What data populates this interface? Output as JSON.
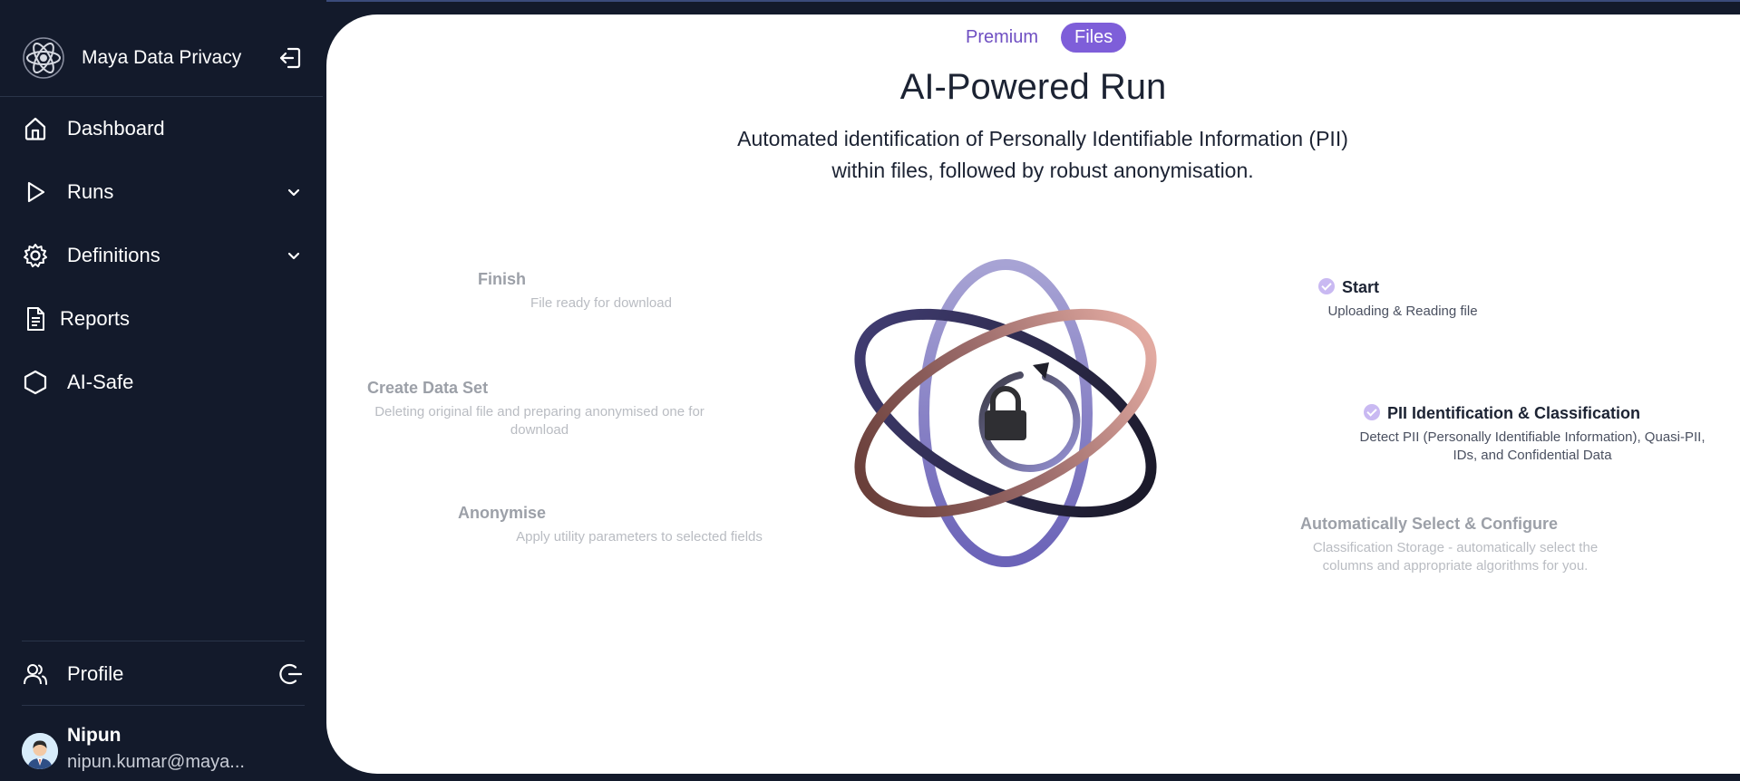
{
  "app": {
    "name": "Maya Data Privacy"
  },
  "sidebar": {
    "items": [
      {
        "label": "Dashboard",
        "icon": "home-icon"
      },
      {
        "label": "Runs",
        "icon": "play-icon",
        "expandable": true
      },
      {
        "label": "Definitions",
        "icon": "gear-icon",
        "expandable": true
      },
      {
        "label": "Reports",
        "icon": "document-icon"
      },
      {
        "label": "AI-Safe",
        "icon": "hexagon-icon"
      }
    ],
    "profile_label": "Profile"
  },
  "user": {
    "name": "Nipun",
    "email": "nipun.kumar@maya..."
  },
  "main": {
    "tabs": [
      {
        "label": "Premium",
        "active": false
      },
      {
        "label": "Files",
        "active": true
      }
    ],
    "title": "AI-Powered Run",
    "subtitle": "Automated identification of Personally Identifiable Information (PII) within files, followed by robust anonymisation.",
    "steps": {
      "start": {
        "title": "Start",
        "desc": "Uploading & Reading file",
        "done": true
      },
      "pii": {
        "title": "PII Identification & Classification",
        "desc": "Detect PII (Personally Identifiable Information), Quasi-PII, IDs, and Confidential Data",
        "done": true
      },
      "auto": {
        "title": "Automatically Select & Configure",
        "desc": "Classification Storage - automatically select the columns and appropriate algorithms for you.",
        "done": false
      },
      "anonymise": {
        "title": "Anonymise",
        "desc": "Apply utility parameters to selected fields",
        "done": false
      },
      "create": {
        "title": "Create Data Set",
        "desc": "Deleting original file and preparing anonymised one for download",
        "done": false
      },
      "finish": {
        "title": "Finish",
        "desc": "File ready for download",
        "done": false
      }
    }
  },
  "colors": {
    "sidebar_bg": "#131a2b",
    "accent": "#7e5ed9",
    "main_bg": "#ffffff"
  }
}
